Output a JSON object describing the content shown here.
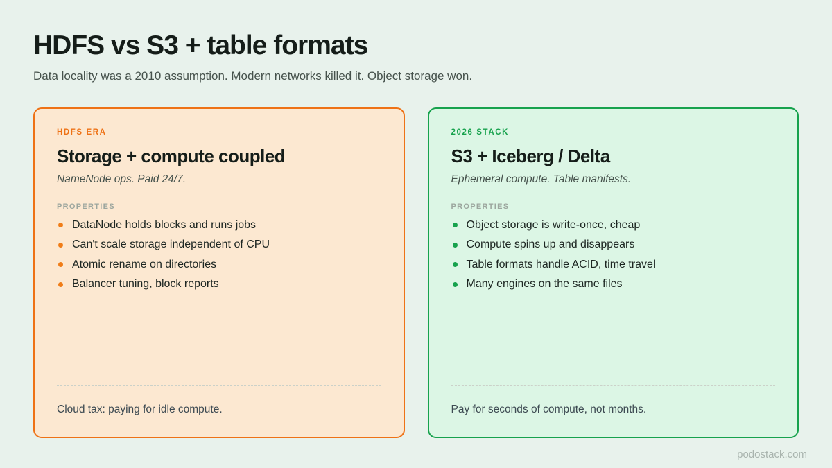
{
  "page": {
    "title": "HDFS vs S3 + table formats",
    "subtitle": "Data locality was a 2010 assumption. Modern networks killed it. Object storage won.",
    "watermark": "podostack.com",
    "background_color": "#E8F2EC"
  },
  "cards": [
    {
      "label": "HDFS ERA",
      "title": "Storage + compute coupled",
      "subtitle": "NameNode ops. Paid 24/7.",
      "properties_label": "PROPERTIES",
      "properties": [
        "DataNode holds blocks and runs jobs",
        "Can't scale storage independent of CPU",
        "Atomic rename on directories",
        "Balancer tuning, block reports"
      ],
      "footnote": "Cloud tax: paying for idle compute.",
      "accent_color": "#EE7216",
      "background_color": "#FCE8D1"
    },
    {
      "label": "2026 STACK",
      "title": "S3 + Iceberg / Delta",
      "subtitle": "Ephemeral compute. Table manifests.",
      "properties_label": "PROPERTIES",
      "properties": [
        "Object storage is write-once, cheap",
        "Compute spins up and disappears",
        "Table formats handle ACID, time travel",
        "Many engines on the same files"
      ],
      "footnote": "Pay for seconds of compute, not months.",
      "accent_color": "#17A24D",
      "background_color": "#DCF6E5"
    }
  ]
}
